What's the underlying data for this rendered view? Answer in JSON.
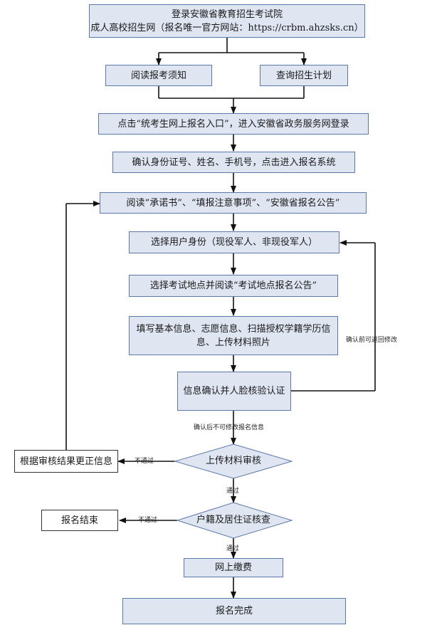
{
  "steps": {
    "login_line1": "登录安徽省教育招生考试院",
    "login_line2": "成人高校招生网（报名唯一官方网站：https://crbm.ahzsks.cn）",
    "read_notice": "阅读报考须知",
    "query_plan": "查询招生计划",
    "click_entry": "点击“统考生网上报名入口”，进入安徽省政务服务网登录",
    "confirm_identity": "确认身份证号、姓名、手机号，点击进入报名系统",
    "read_docs": "阅读“承诺书”、“填报注意事项”、“安徽省报名公告”",
    "select_identity": "选择用户身份（现役军人、非现役军人）",
    "select_location": "选择考试地点并阅读“考试地点报名公告”",
    "fill_info_line1": "填写基本信息、志愿信息、扫描授权学籍学历信",
    "fill_info_line2": "息、上传材料照片",
    "confirm_verify": "信息确认并人脸核验认证",
    "upload_review": "上传材料审核",
    "correct_info": "根据审核结果更正信息",
    "household_check": "户籍及居住证核查",
    "end": "报名结束",
    "payment": "网上缴费",
    "complete": "报名完成"
  },
  "labels": {
    "modify_before_confirm": "确认前可返回修改",
    "no_modify_after": "确认后不可修改报名信息",
    "fail1": "不通过",
    "pass1": "通过",
    "fail2": "不通过",
    "pass2": "通过"
  }
}
